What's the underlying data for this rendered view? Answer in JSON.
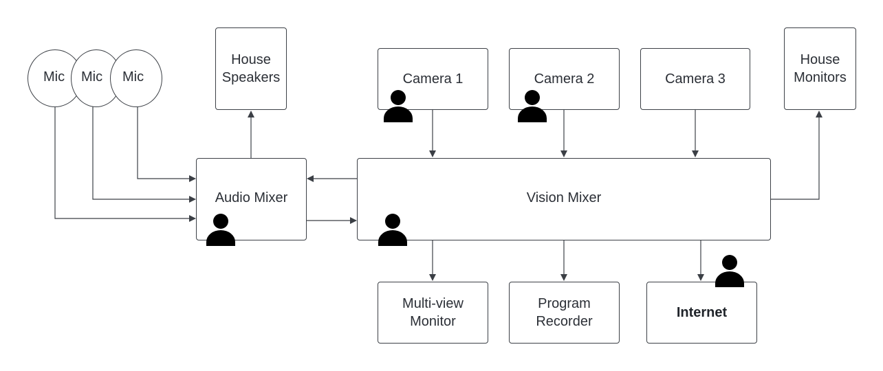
{
  "diagram": {
    "mics": [
      "Mic",
      "Mic",
      "Mic"
    ],
    "house_speakers": "House\nSpeakers",
    "camera_1": "Camera 1",
    "camera_2": "Camera 2",
    "camera_3": "Camera 3",
    "house_monitors": "House\nMonitors",
    "audio_mixer": "Audio Mixer",
    "vision_mixer": "Vision Mixer",
    "multiview_monitor": "Multi-view\nMonitor",
    "program_recorder": "Program\nRecorder",
    "internet": "Internet"
  },
  "colors": {
    "stroke": "#3b3f45",
    "text": "#2b2f36",
    "person": "#000000"
  },
  "icons": {
    "operator": "person-icon"
  }
}
